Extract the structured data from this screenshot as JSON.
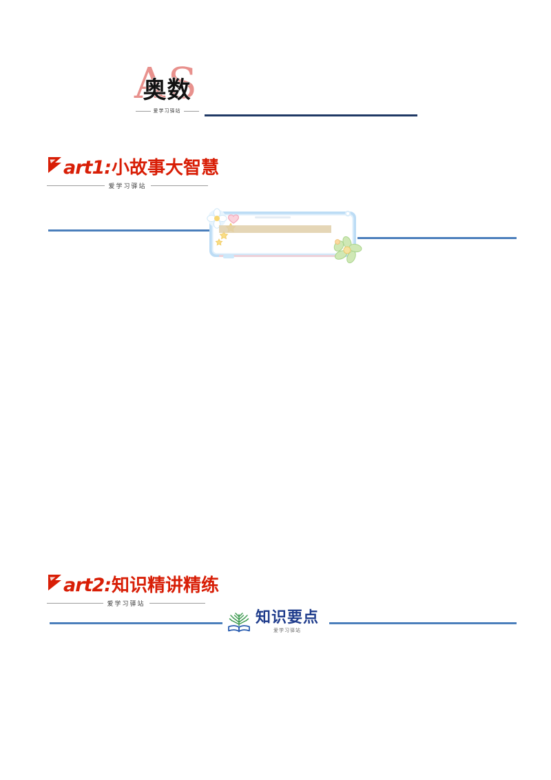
{
  "document": {
    "page_background": "#ffffff",
    "page_number_visible": false
  },
  "header": {
    "logo": {
      "latin_initials": "AS",
      "chinese_title": "奥数",
      "subtitle": "爱学习驿站",
      "latin_color": "#e8918d",
      "chinese_color": "#121212"
    },
    "divider_color": "#1f3864"
  },
  "sections": [
    {
      "id": "part1",
      "flag_label": "P",
      "part_label": "art1:",
      "chinese_label": "小故事大智慧",
      "station": "爱学习驿站",
      "accent_color": "#d81e06"
    },
    {
      "id": "part2",
      "flag_label": "P",
      "part_label": "art2:",
      "chinese_label": "知识精讲精练",
      "station": "爱学习驿站",
      "accent_color": "#d81e06"
    }
  ],
  "knowledge_badge": {
    "title": "知识要点",
    "subtitle": "爱学习驿站",
    "title_color": "#1f3c8c",
    "icon_name": "book-tree-icon",
    "tree_color": "#3f9b52",
    "book_color": "#2a5db0"
  },
  "story_frame": {
    "border_color": "#bcdcf5",
    "highlight_band_color": "#e0cfa9",
    "decorations": [
      "flower-top-left",
      "heart-top-left",
      "stars-left",
      "green-flower-bottom-right",
      "pink-rule-bottom"
    ]
  },
  "rules": {
    "top_navy": "#1f3864",
    "body_blue": "#4a7ebb"
  }
}
